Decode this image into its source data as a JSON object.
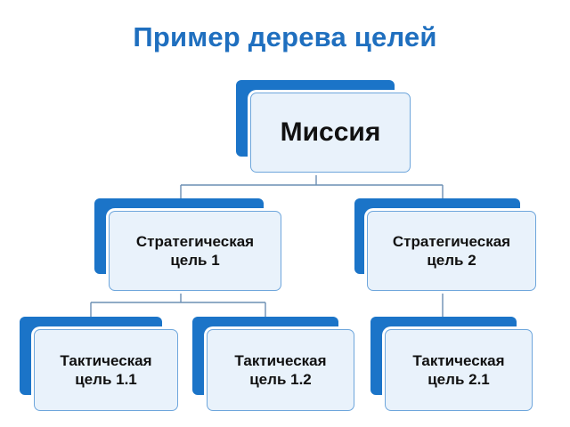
{
  "title": "Пример дерева целей",
  "diagram": {
    "mission": "Миссия",
    "strategic_1": "Стратегическая цель 1",
    "strategic_2": "Стратегическая цель 2",
    "tactical_1_1": "Тактическая цель 1.1",
    "tactical_1_2": "Тактическая цель 1.2",
    "tactical_2_1": "Тактическая цель 2.1"
  },
  "colors": {
    "title": "#1f6fbf",
    "box_back": "#1b74c8",
    "box_front": "#e9f2fb",
    "box_border": "#6ea6dc",
    "connector": "#6c8fb3"
  }
}
